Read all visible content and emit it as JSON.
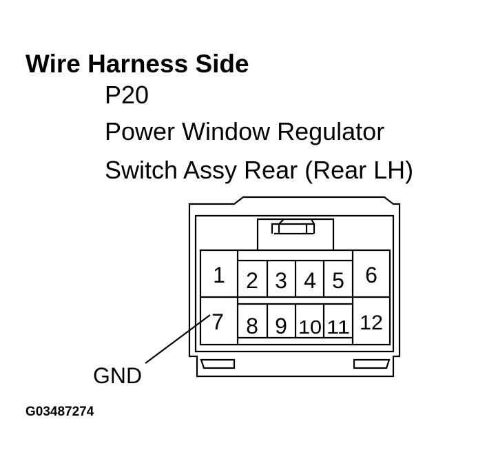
{
  "heading": "Wire Harness Side",
  "connector_id": "P20",
  "component_line1": "Power Window Regulator",
  "component_line2": "Switch Assy Rear (Rear LH)",
  "pins": [
    {
      "label": "1"
    },
    {
      "label": "2"
    },
    {
      "label": "3"
    },
    {
      "label": "4"
    },
    {
      "label": "5"
    },
    {
      "label": "6"
    },
    {
      "label": "7"
    },
    {
      "label": "8"
    },
    {
      "label": "9"
    },
    {
      "label": "10"
    },
    {
      "label": "11"
    },
    {
      "label": "12"
    }
  ],
  "callout": "GND",
  "figure_code": "G03487274"
}
